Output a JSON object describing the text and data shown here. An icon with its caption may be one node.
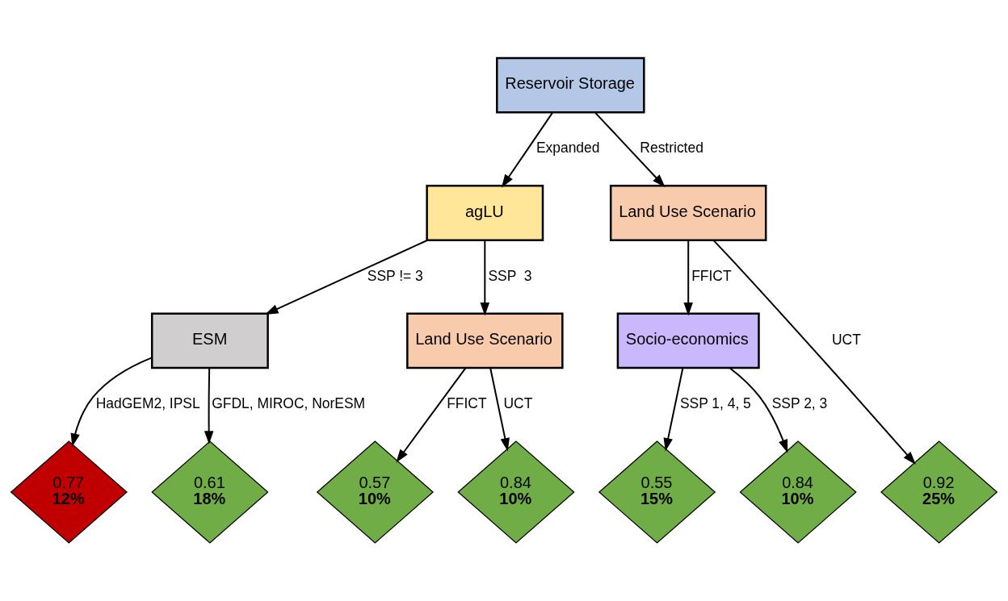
{
  "diagram": {
    "nodes": [
      {
        "text": [
          "Reservoir Storage"
        ]
      },
      {
        "text": [
          "agLU"
        ]
      },
      {
        "text": [
          "Land Use Scenario"
        ]
      },
      {
        "text": [
          "ESM"
        ]
      },
      {
        "text": [
          "Land Use Scenario"
        ]
      },
      {
        "text": [
          "Socio-economics"
        ]
      },
      {
        "text": [
          "0.92",
          "25%"
        ]
      },
      {
        "text": [
          "0.77",
          "12%"
        ]
      },
      {
        "text": [
          "0.61",
          "18%"
        ]
      },
      {
        "text": [
          "0.57",
          "10%"
        ]
      },
      {
        "text": [
          "0.84",
          "10%"
        ]
      },
      {
        "text": [
          "0.55",
          "15%"
        ]
      },
      {
        "text": [
          "0.84",
          "10%"
        ]
      }
    ],
    "edges": [
      {
        "from": 0,
        "to": 1,
        "arrow": "to",
        "label": "Expanded"
      },
      {
        "from": 0,
        "to": 2,
        "arrow": "to",
        "label": "Restricted"
      },
      {
        "from": 1,
        "to": 3,
        "arrow": "to",
        "label": "SSP != 3"
      },
      {
        "from": 1,
        "to": 4,
        "arrow": "to",
        "label": "SSP  3"
      },
      {
        "from": 2,
        "to": 5,
        "arrow": "to",
        "label": "FFICT"
      },
      {
        "from": 2,
        "to": 6,
        "arrow": "to",
        "label": "UCT"
      },
      {
        "from": 3,
        "to": 7,
        "arrow": "to",
        "label": "HadGEM2, IPSL"
      },
      {
        "from": 3,
        "to": 8,
        "arrow": "to",
        "label": "GFDL, MIROC, NorESM"
      },
      {
        "from": 4,
        "to": 9,
        "arrow": "to",
        "label": "FFICT"
      },
      {
        "from": 4,
        "to": 10,
        "arrow": "to",
        "label": "UCT"
      },
      {
        "from": 5,
        "to": 11,
        "arrow": "to",
        "label": "SSP 1, 4, 5"
      },
      {
        "from": 5,
        "to": 12,
        "arrow": "to",
        "label": "SSP 2, 3"
      }
    ]
  }
}
